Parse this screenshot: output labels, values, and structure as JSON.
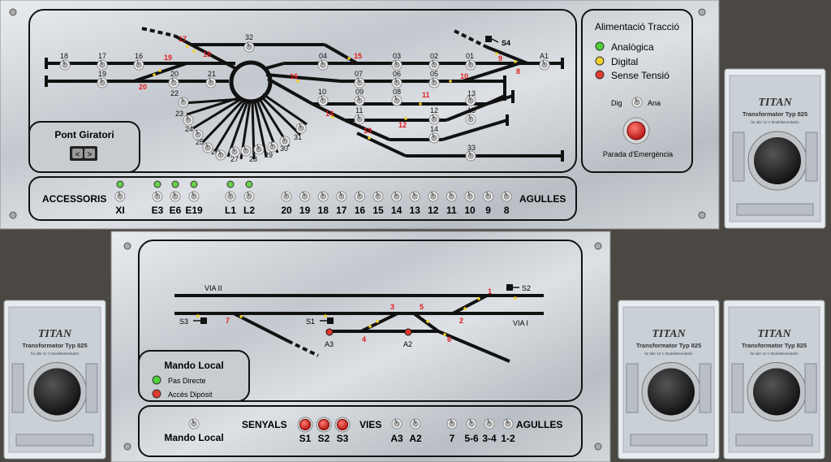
{
  "top_panel": {
    "traction": {
      "title": "Alimentació Tracció",
      "modes": [
        {
          "label": "Analògica",
          "color": "#4cd137"
        },
        {
          "label": "Digital",
          "color": "#f1d02b"
        },
        {
          "label": "Sense Tensió",
          "color": "#e03a2f"
        }
      ],
      "switch_left": "Dig",
      "switch_right": "Ana",
      "emergency_label": "Parada d'Emergència"
    },
    "turntable": {
      "title": "Pont Giratori",
      "left_button": "<",
      "right_button": ">"
    },
    "accessories_label": "ACCESSORIS",
    "switches_label": "AGULLES",
    "accessory_switches": [
      "XI",
      "E3",
      "E6",
      "E19",
      "L1",
      "L2"
    ],
    "turnout_switches": [
      "20",
      "19",
      "18",
      "17",
      "16",
      "15",
      "14",
      "13",
      "12",
      "11",
      "10",
      "9",
      "8"
    ],
    "track_numbers": {
      "t18": "18",
      "t17": "17",
      "t16": "16",
      "t19": "19",
      "t20": "20",
      "t21": "21",
      "t22": "22",
      "t23": "23",
      "t24": "24",
      "t25": "25",
      "t26": "26",
      "t27": "27",
      "t28": "28",
      "t29": "29",
      "t30": "30",
      "t31": "31",
      "t32": "32",
      "t04": "04",
      "t03": "03",
      "t02": "02",
      "t01": "01",
      "a1": "A1",
      "t07": "07",
      "t06": "06",
      "t05": "05",
      "t10": "10",
      "t09": "09",
      "t08": "08",
      "t11": "11",
      "t12": "12",
      "t13": "13",
      "t14": "14",
      "t15": "15",
      "t33": "33",
      "s4": "S4"
    },
    "turnout_numbers": {
      "n17": "17",
      "n18": "18",
      "n19": "19",
      "n20": "20",
      "n15": "15",
      "n16": "16",
      "n9": "9",
      "n8": "8",
      "n10": "10",
      "n11": "11",
      "n12": "12",
      "n13": "13",
      "n14": "14"
    }
  },
  "bottom_panel": {
    "via2_label": "VIA II",
    "via1_label": "VIA I",
    "signals": {
      "s1": "S1",
      "s2": "S2",
      "s3": "S3",
      "a2": "A2",
      "a3": "A3"
    },
    "turnouts": {
      "n1": "1",
      "n2": "2",
      "n3": "3",
      "n4": "4",
      "n5": "5",
      "n6": "6",
      "n7": "7"
    },
    "local_box": {
      "title": "Mando Local",
      "items": [
        {
          "label": "Pas Directe",
          "color": "#4cd137"
        },
        {
          "label": "Accés Dipòsit",
          "color": "#e03a2f"
        }
      ]
    },
    "local_switch_label": "Mando Local",
    "signals_label": "SENYALS",
    "signal_buttons": [
      "S1",
      "S2",
      "S3"
    ],
    "routes_label": "VIES",
    "route_switches": [
      "A3",
      "A2"
    ],
    "switches_label": "AGULLES",
    "turnout_switches": [
      "7",
      "5-6",
      "3-4",
      "1-2"
    ]
  },
  "transformer": {
    "brand": "TITAN",
    "model": "Transformator Typ 825",
    "subtitle": "für alle 12 V Modelleisenbahn"
  },
  "colors": {
    "panel": "#c9cdd2",
    "line": "#111111",
    "number_red": "#e01b1b",
    "led_yellow": "#f3d21a"
  }
}
